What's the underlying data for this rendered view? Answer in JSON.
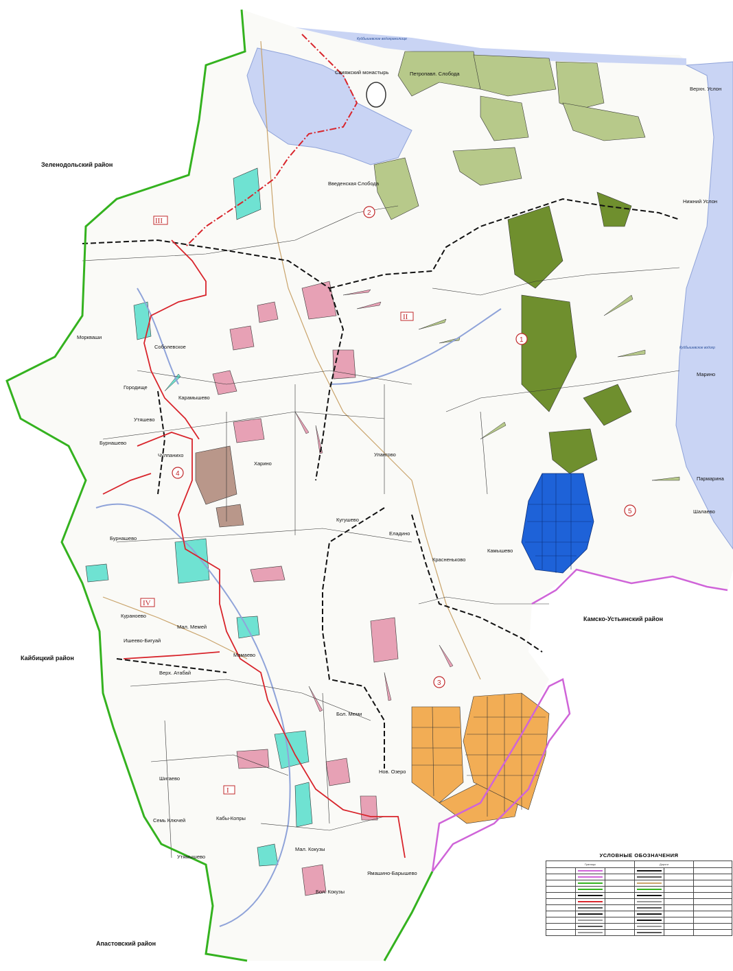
{
  "districts": {
    "zelenodolsk": "Зеленодольский район",
    "kaybitsy": "Кайбицкий район",
    "alastovsky": "Апастовский район",
    "kamsko_ustinsky": "Камско-Устьинский район"
  },
  "water": {
    "kuibyshev_top": "Куйбышевское водохранилище",
    "kuibyshev_right": "Куйбышевское водохр"
  },
  "villages": [
    "Свияжский монастырь",
    "Петропавл. Слобода",
    "Верхн. Услон",
    "Нижний Услон",
    "Введенская Слобода",
    "Соболевское",
    "Моркваши",
    "Городище",
    "Утяшево",
    "Бурнашево",
    "Чулпанихо",
    "Харино",
    "Улангово",
    "Кугушево",
    "Еладино",
    "Красненьково",
    "Мал. Мемей",
    "Ишеево-Бигуай",
    "Верх. Атабай",
    "Мамаево",
    "Бол. Меми",
    "Нов. Озеро",
    "Шигаево",
    "Семь Ключей",
    "Кабы-Копры",
    "Утямышево",
    "Мал. Кокузы",
    "Бол. Кокузы",
    "Ямашино-Барышево",
    "Камышево",
    "Пармарина",
    "Шалаево",
    "Марино",
    "Бурнашево",
    "Карамышево",
    "Кураноево"
  ],
  "roman_labels": [
    "I",
    "II",
    "III",
    "IV"
  ],
  "circle_labels": [
    "1",
    "2",
    "3",
    "4",
    "5"
  ],
  "legend": {
    "title": "УСЛОВНЫЕ ОБОЗНАЧЕНИЯ",
    "col_borders": "Границы",
    "col_roads": "Дороги"
  },
  "colors": {
    "forest_green": "#b7c98a",
    "dark_green": "#6f8f2e",
    "pink": "#e7a1b5",
    "orange": "#f2ad55",
    "blue": "#1e62d8",
    "cyan": "#6fe2d2",
    "brown": "#b9978a",
    "water": "#c9d4f4",
    "district_border": "#34b21f",
    "purple_border": "#cf64d8",
    "red_border": "#d8242b"
  }
}
